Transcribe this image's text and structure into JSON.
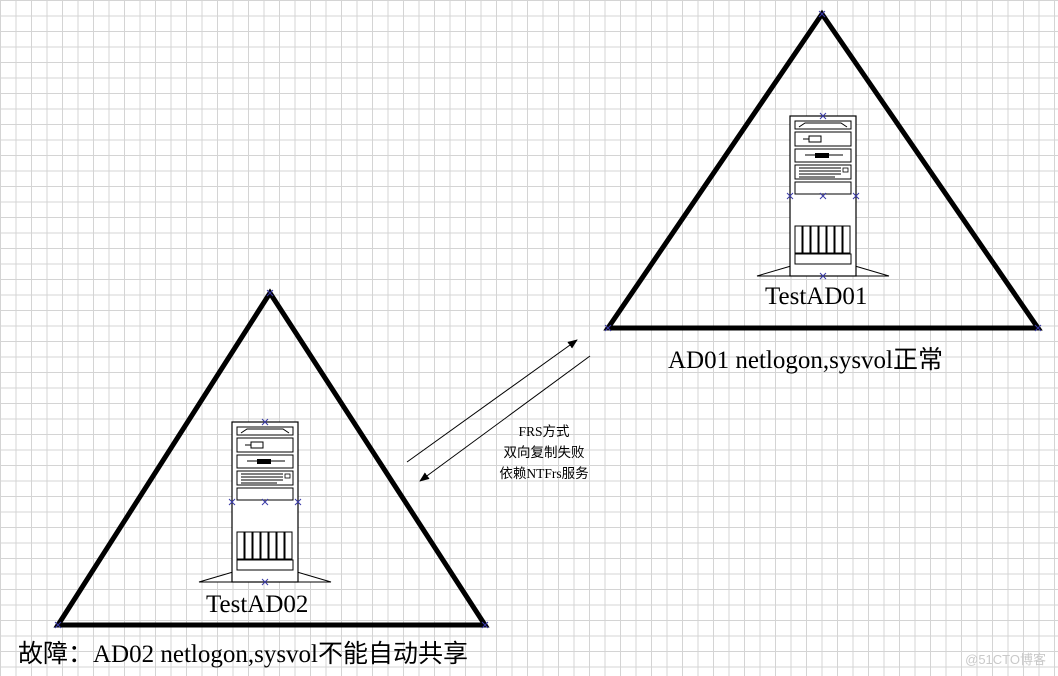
{
  "servers": {
    "ad01": {
      "name": "TestAD01",
      "status": "AD01 netlogon,sysvol正常"
    },
    "ad02": {
      "name": "TestAD02",
      "status": "故障：AD02 netlogon,sysvol不能自动共享"
    }
  },
  "link": {
    "line1": "FRS方式",
    "line2": "双向复制失败",
    "line3": "依赖NTFrs服务"
  },
  "watermark": "@51CTO博客",
  "icons": {
    "server": "server-tower-icon",
    "arrow": "arrow-icon"
  },
  "colors": {
    "stroke": "#000000",
    "grid": "#d4d4d4",
    "handle": "#3a3aa8"
  }
}
